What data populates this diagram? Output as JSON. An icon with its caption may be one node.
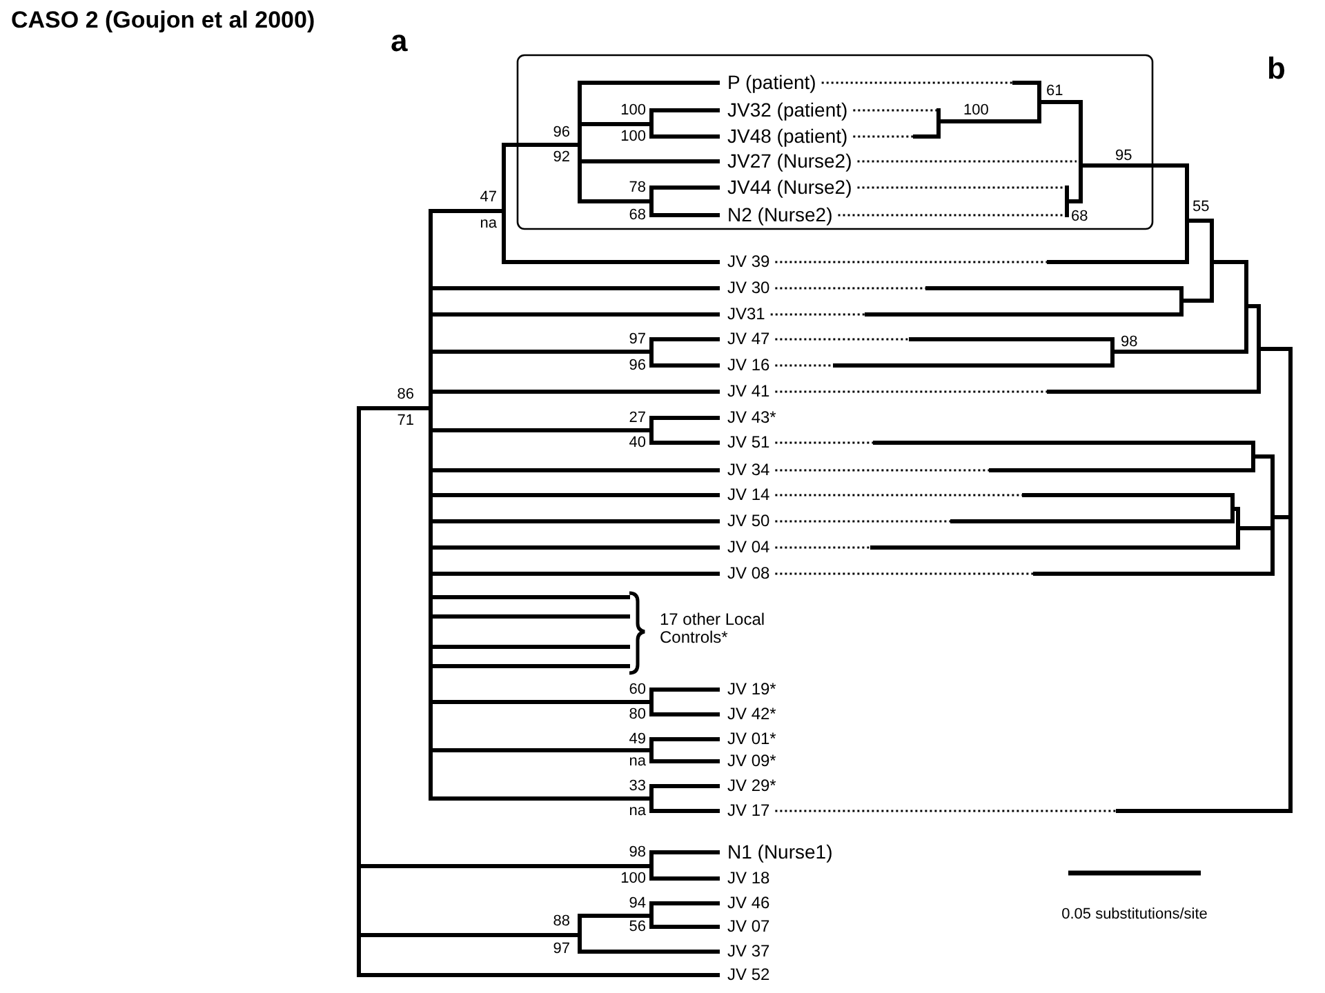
{
  "diagram": {
    "title": "CASO 2 (Goujon et al 2000)",
    "labels": [
      "a",
      "b",
      "P (patient)",
      "61",
      "100",
      "JV32 (patient)",
      "100",
      "96",
      "100",
      "JV48 (patient)",
      "92",
      "JV27 (Nurse2)",
      "95",
      "47",
      "78",
      "JV44 (Nurse2)",
      "na",
      "68",
      "N2 (Nurse2)",
      "68",
      "55",
      "JV 39",
      "JV 30",
      "JV31",
      "97",
      "JV 47",
      "98",
      "96",
      "JV 16",
      "86",
      "JV 41",
      "71",
      "27",
      "JV 43*",
      "40",
      "JV 51",
      "JV 34",
      "JV 14",
      "JV 50",
      "JV 04",
      "JV 08",
      "17 other Local Controls*",
      "60",
      "JV 19*",
      "80",
      "JV 42*",
      "49",
      "JV 01*",
      "na",
      "JV 09*",
      "33",
      "JV 29*",
      "na",
      "JV 17",
      "98",
      "N1 (Nurse1)",
      "100",
      "JV 18",
      "94",
      "JV 46",
      "88",
      "56",
      "JV 07",
      "97",
      "JV 37",
      "JV 52",
      "0.05 substitutions/site"
    ]
  }
}
